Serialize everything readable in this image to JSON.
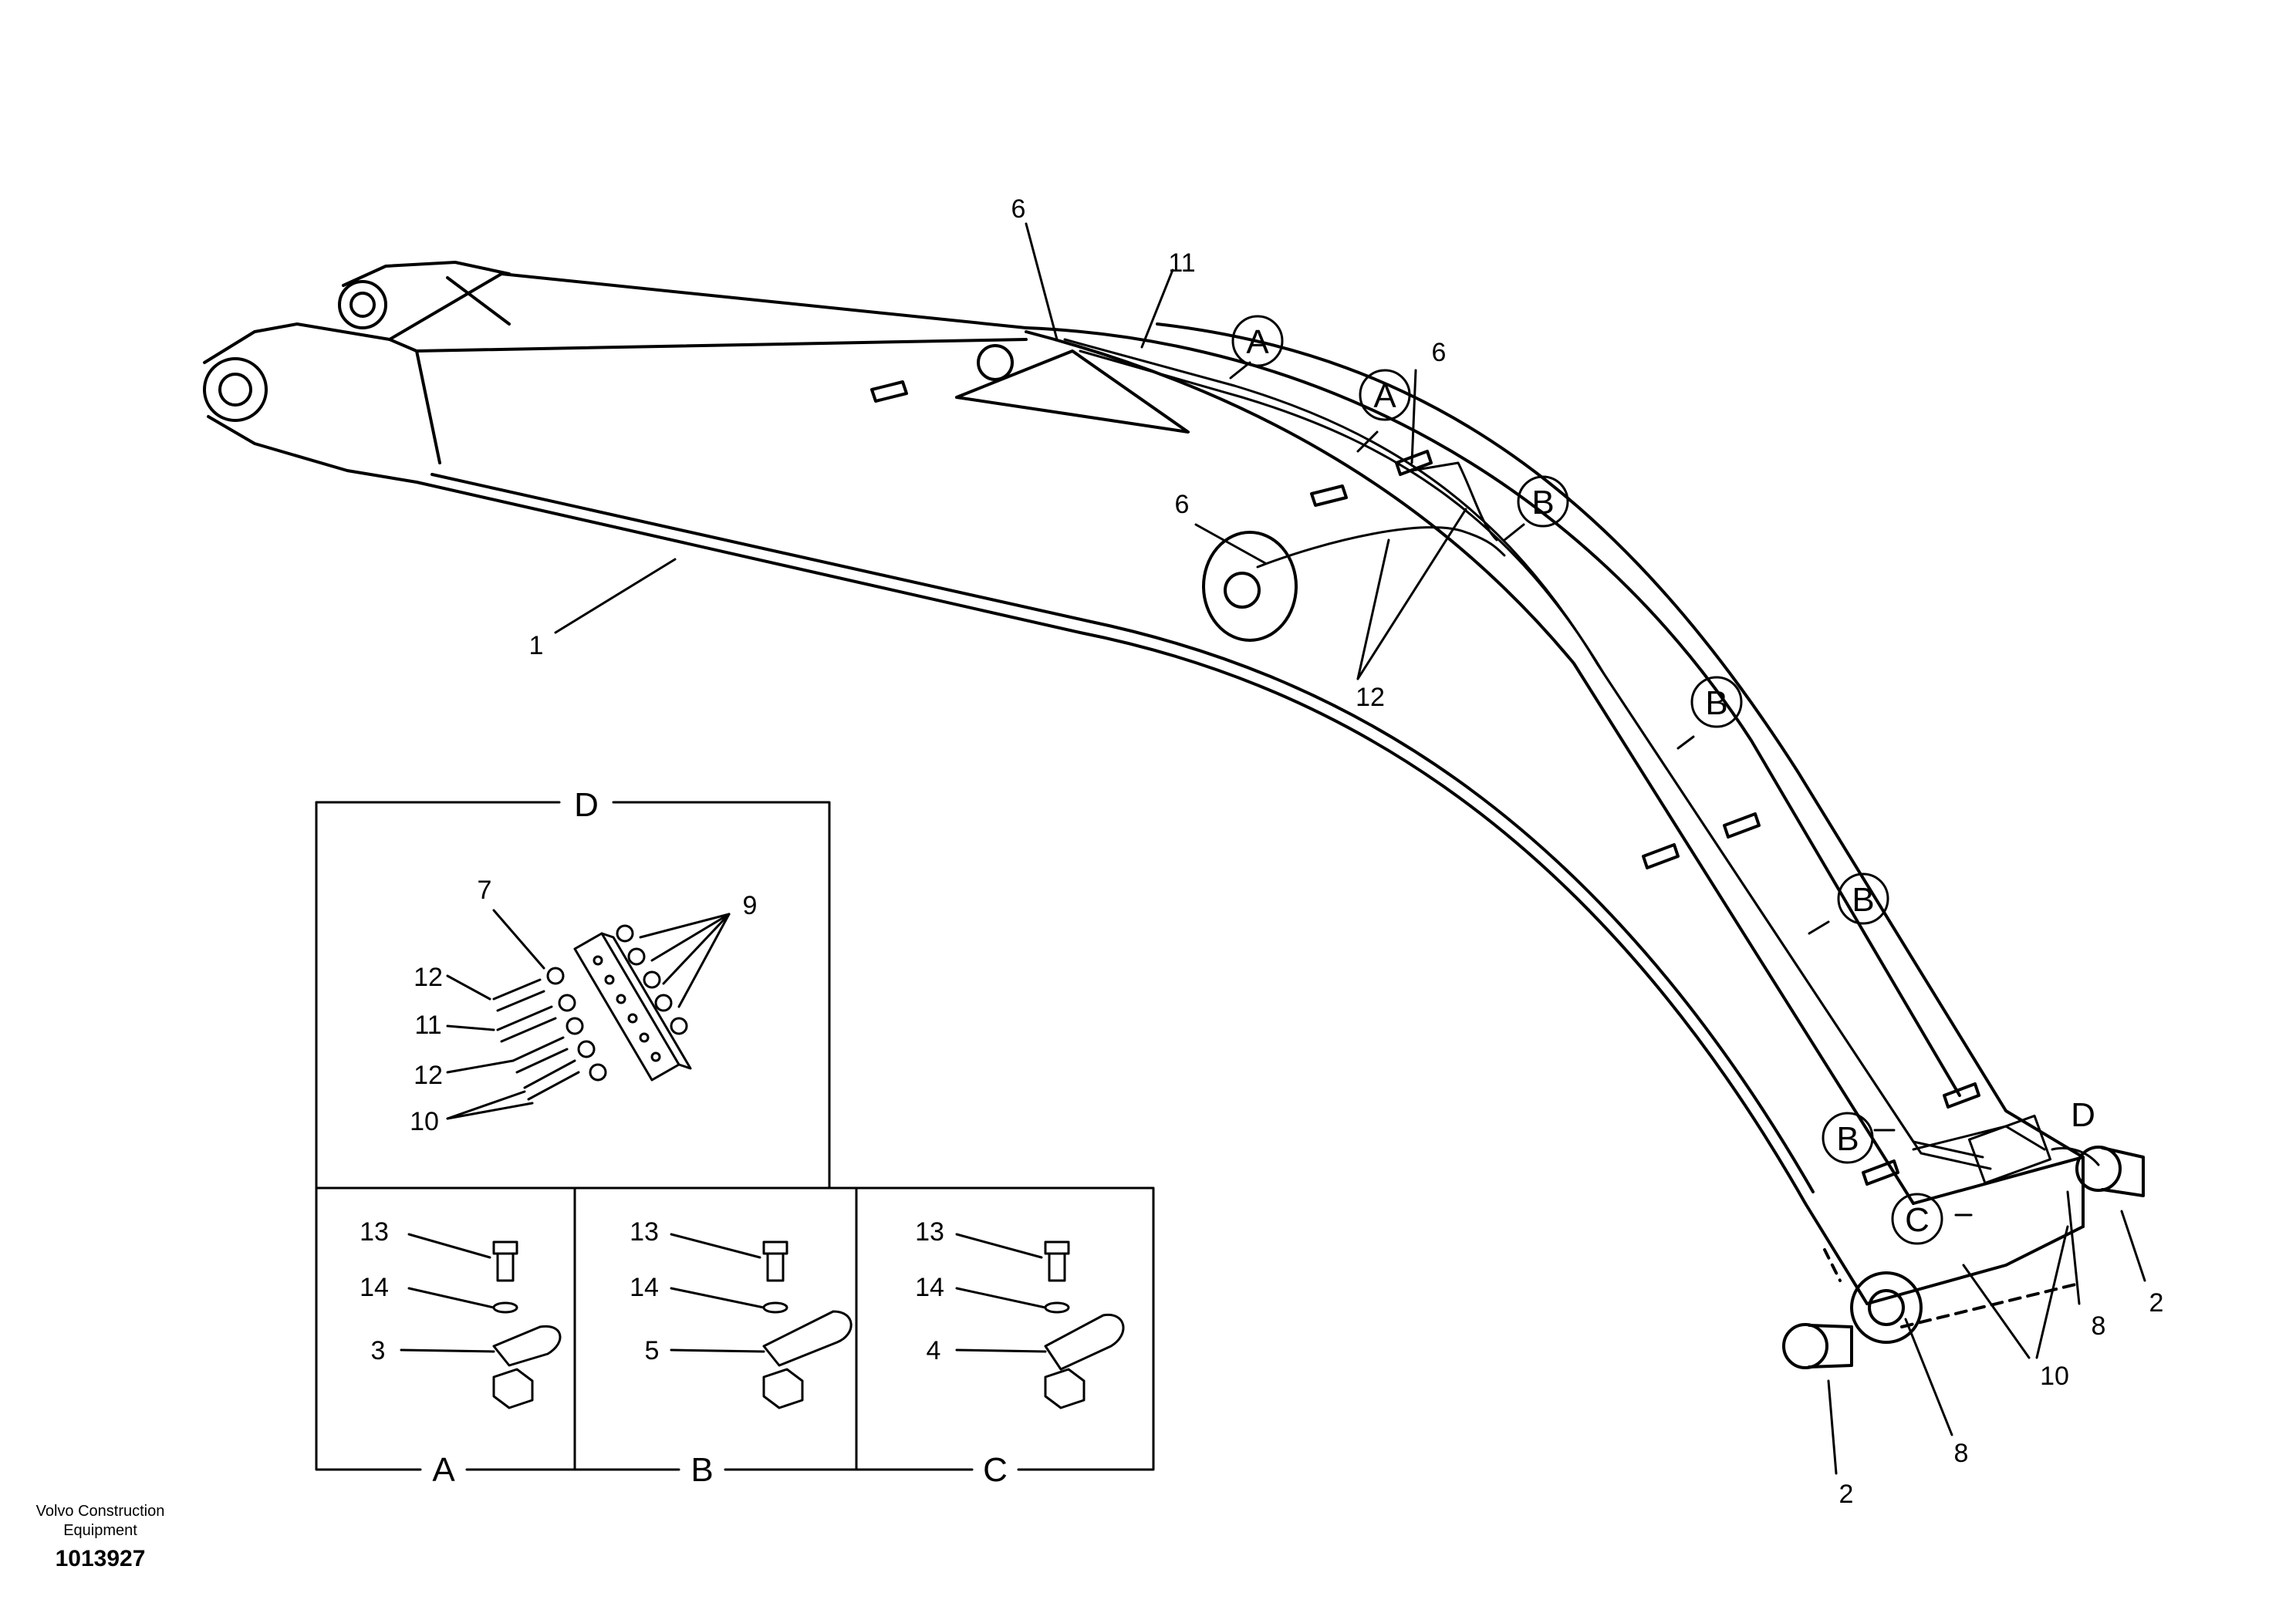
{
  "callouts": {
    "a1": "A",
    "a2": "A",
    "b1": "B",
    "b2": "B",
    "b3": "B",
    "b4": "B",
    "c1": "C",
    "d1": "D"
  },
  "parts": {
    "p1": "1",
    "p2a": "2",
    "p2b": "2",
    "p6a": "6",
    "p6b": "6",
    "p6c": "6",
    "p8a": "8",
    "p8b": "8",
    "p10": "10",
    "p11": "11",
    "p12": "12"
  },
  "detail_d": {
    "title": "D",
    "labels": {
      "l7": "7",
      "l9": "9",
      "l12a": "12",
      "l11": "11",
      "l12b": "12",
      "l10": "10"
    }
  },
  "detail_a": {
    "title": "A",
    "labels": {
      "bolt": "13",
      "washer": "14",
      "clamp": "3"
    }
  },
  "detail_b": {
    "title": "B",
    "labels": {
      "bolt": "13",
      "washer": "14",
      "clamp": "5"
    }
  },
  "detail_c": {
    "title": "C",
    "labels": {
      "bolt": "13",
      "washer": "14",
      "clamp": "4"
    }
  },
  "footer": {
    "credit_line1": "Volvo Construction",
    "credit_line2": "Equipment",
    "doc_number": "1013927"
  }
}
